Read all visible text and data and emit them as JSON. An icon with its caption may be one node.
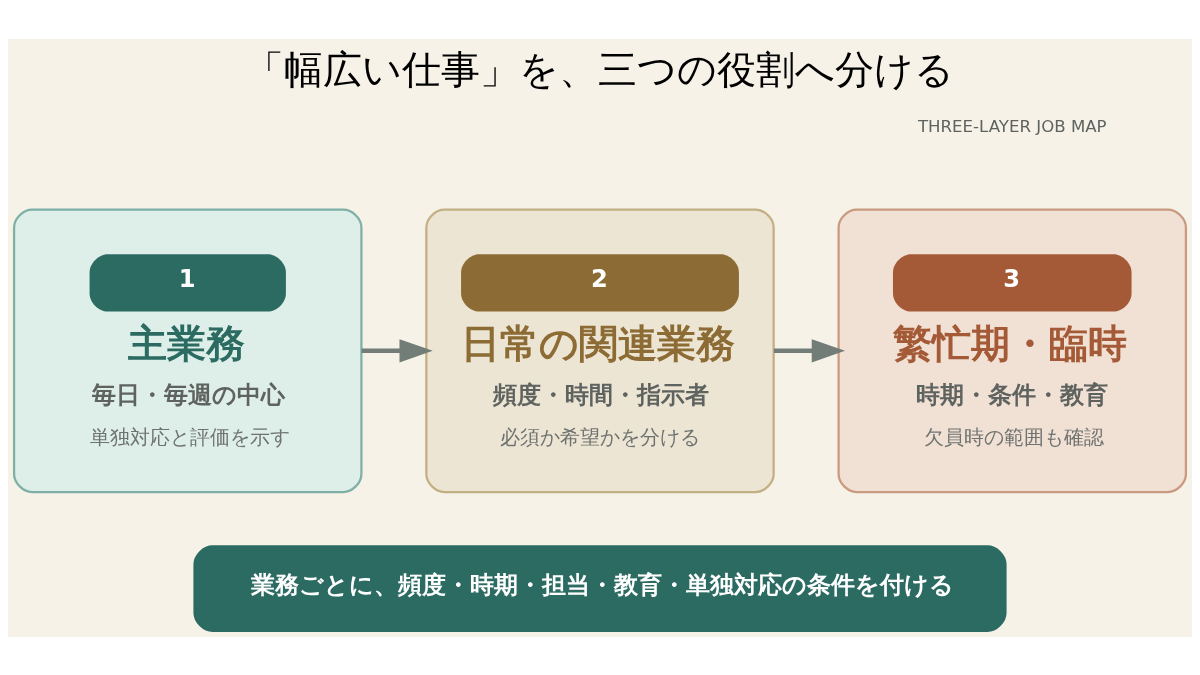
{
  "diagram": {
    "title": "「幅広い仕事」を、三つの役割へ分ける",
    "nodes": [
      {
        "text": [
          "1",
          "主業務",
          "毎日・毎週の中心",
          "単独対応と評価を示す"
        ]
      },
      {
        "text": [
          "2",
          "日常の関連業務",
          "頻度・時間・指示者",
          "必須か希望かを分ける"
        ]
      },
      {
        "text": [
          "3",
          "繁忙期・臨時",
          "時期・条件・教育",
          "欠員時の範囲も確認"
        ]
      },
      {
        "text": [
          "業務ごとに、頻度・時期・担当・教育・単独対応の条件を付ける"
        ]
      }
    ],
    "edges": [
      {
        "from": 0,
        "to": 1,
        "arrow": "to"
      },
      {
        "from": 1,
        "to": 2,
        "arrow": "to"
      }
    ],
    "labels": [
      "THREE-LAYER JOB MAP"
    ]
  }
}
